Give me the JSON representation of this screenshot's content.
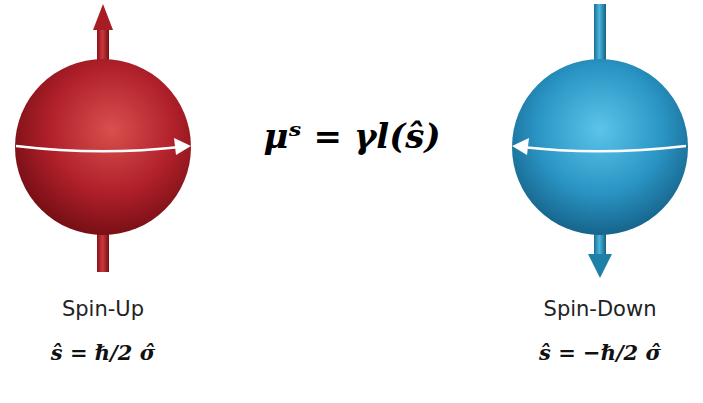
{
  "diagram": {
    "labels": [
      "μˢ = γl(ŝ)",
      "Spin-Up",
      "ŝ = ℏ/2 σ̂",
      "Spin-Down",
      "ŝ = −ℏ/2 σ̂"
    ]
  }
}
